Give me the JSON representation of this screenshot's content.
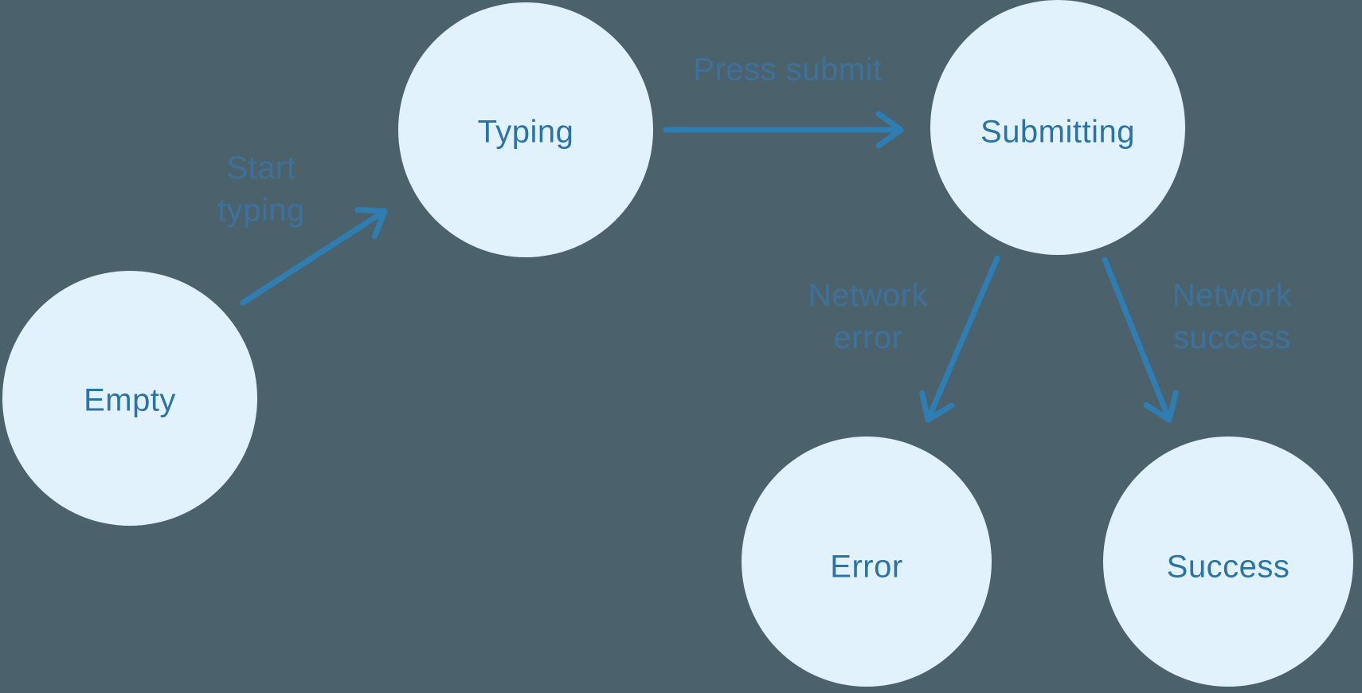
{
  "colors": {
    "background": "#4b626d",
    "node-fill": "#e2f2fd",
    "node-text": "#2c73a5",
    "arrow": "#2f7eb3",
    "edge-label": "#3d739e"
  },
  "diagram": {
    "type": "state-machine",
    "states": [
      {
        "id": "empty",
        "label": "Empty"
      },
      {
        "id": "typing",
        "label": "Typing"
      },
      {
        "id": "submitting",
        "label": "Submitting"
      },
      {
        "id": "error",
        "label": "Error"
      },
      {
        "id": "success",
        "label": "Success"
      }
    ],
    "transitions": [
      {
        "from": "empty",
        "to": "typing",
        "label": "Start typing"
      },
      {
        "from": "typing",
        "to": "submitting",
        "label": "Press submit"
      },
      {
        "from": "submitting",
        "to": "error",
        "label": "Network error"
      },
      {
        "from": "submitting",
        "to": "success",
        "label": "Network success"
      }
    ]
  }
}
